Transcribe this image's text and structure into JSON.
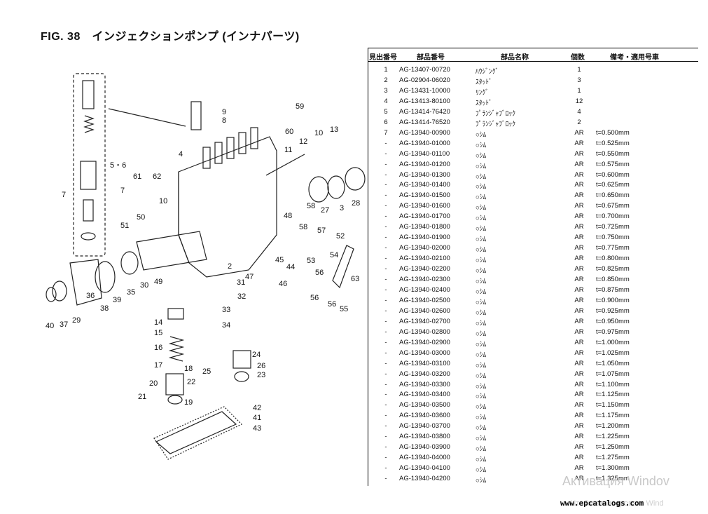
{
  "title": "FIG. 38　インジェクションポンプ (インナパーツ)",
  "table": {
    "headers": {
      "no": "見出番号",
      "part_no": "部品番号",
      "name": "部品名称",
      "qty": "個数",
      "remarks": "備考・適用号車"
    },
    "rows": [
      {
        "no": "1",
        "part_no": "AG-13407-00720",
        "name": "ﾊｳｼﾞﾝｸﾞ",
        "qty": "1",
        "remarks": ""
      },
      {
        "no": "2",
        "part_no": "AG-02904-06020",
        "name": "ｽﾀｯﾄﾞ",
        "qty": "3",
        "remarks": ""
      },
      {
        "no": "3",
        "part_no": "AG-13431-10000",
        "name": "ﾘﾝｸﾞ",
        "qty": "1",
        "remarks": ""
      },
      {
        "no": "4",
        "part_no": "AG-13413-80100",
        "name": "ｽﾀｯﾄﾞ",
        "qty": "12",
        "remarks": ""
      },
      {
        "no": "5",
        "part_no": "AG-13414-76420",
        "name": "ﾌﾟﾗﾝｼﾞｬﾌﾞﾛｯｸ",
        "qty": "4",
        "remarks": ""
      },
      {
        "no": "6",
        "part_no": "AG-13414-76520",
        "name": "ﾌﾟﾗﾝｼﾞｬﾌﾞﾛｯｸ",
        "qty": "2",
        "remarks": ""
      },
      {
        "no": "7",
        "part_no": "AG-13940-00900",
        "name": "○ｼﾑ",
        "qty": "AR",
        "remarks": "t=0.500mm"
      },
      {
        "no": "-",
        "part_no": "AG-13940-01000",
        "name": "○ｼﾑ",
        "qty": "AR",
        "remarks": "t=0.525mm"
      },
      {
        "no": "-",
        "part_no": "AG-13940-01100",
        "name": "○ｼﾑ",
        "qty": "AR",
        "remarks": "t=0.550mm"
      },
      {
        "no": "-",
        "part_no": "AG-13940-01200",
        "name": "○ｼﾑ",
        "qty": "AR",
        "remarks": "t=0.575mm"
      },
      {
        "no": "-",
        "part_no": "AG-13940-01300",
        "name": "○ｼﾑ",
        "qty": "AR",
        "remarks": "t=0.600mm"
      },
      {
        "no": "-",
        "part_no": "AG-13940-01400",
        "name": "○ｼﾑ",
        "qty": "AR",
        "remarks": "t=0.625mm"
      },
      {
        "no": "-",
        "part_no": "AG-13940-01500",
        "name": "○ｼﾑ",
        "qty": "AR",
        "remarks": "t=0.650mm"
      },
      {
        "no": "-",
        "part_no": "AG-13940-01600",
        "name": "○ｼﾑ",
        "qty": "AR",
        "remarks": "t=0.675mm"
      },
      {
        "no": "-",
        "part_no": "AG-13940-01700",
        "name": "○ｼﾑ",
        "qty": "AR",
        "remarks": "t=0.700mm"
      },
      {
        "no": "-",
        "part_no": "AG-13940-01800",
        "name": "○ｼﾑ",
        "qty": "AR",
        "remarks": "t=0.725mm"
      },
      {
        "no": "-",
        "part_no": "AG-13940-01900",
        "name": "○ｼﾑ",
        "qty": "AR",
        "remarks": "t=0.750mm"
      },
      {
        "no": "-",
        "part_no": "AG-13940-02000",
        "name": "○ｼﾑ",
        "qty": "AR",
        "remarks": "t=0.775mm"
      },
      {
        "no": "-",
        "part_no": "AG-13940-02100",
        "name": "○ｼﾑ",
        "qty": "AR",
        "remarks": "t=0.800mm"
      },
      {
        "no": "-",
        "part_no": "AG-13940-02200",
        "name": "○ｼﾑ",
        "qty": "AR",
        "remarks": "t=0.825mm"
      },
      {
        "no": "-",
        "part_no": "AG-13940-02300",
        "name": "○ｼﾑ",
        "qty": "AR",
        "remarks": "t=0.850mm"
      },
      {
        "no": "-",
        "part_no": "AG-13940-02400",
        "name": "○ｼﾑ",
        "qty": "AR",
        "remarks": "t=0.875mm"
      },
      {
        "no": "-",
        "part_no": "AG-13940-02500",
        "name": "○ｼﾑ",
        "qty": "AR",
        "remarks": "t=0.900mm"
      },
      {
        "no": "-",
        "part_no": "AG-13940-02600",
        "name": "○ｼﾑ",
        "qty": "AR",
        "remarks": "t=0.925mm"
      },
      {
        "no": "-",
        "part_no": "AG-13940-02700",
        "name": "○ｼﾑ",
        "qty": "AR",
        "remarks": "t=0.950mm"
      },
      {
        "no": "-",
        "part_no": "AG-13940-02800",
        "name": "○ｼﾑ",
        "qty": "AR",
        "remarks": "t=0.975mm"
      },
      {
        "no": "-",
        "part_no": "AG-13940-02900",
        "name": "○ｼﾑ",
        "qty": "AR",
        "remarks": "t=1.000mm"
      },
      {
        "no": "-",
        "part_no": "AG-13940-03000",
        "name": "○ｼﾑ",
        "qty": "AR",
        "remarks": "t=1.025mm"
      },
      {
        "no": "-",
        "part_no": "AG-13940-03100",
        "name": "○ｼﾑ",
        "qty": "AR",
        "remarks": "t=1.050mm"
      },
      {
        "no": "-",
        "part_no": "AG-13940-03200",
        "name": "○ｼﾑ",
        "qty": "AR",
        "remarks": "t=1.075mm"
      },
      {
        "no": "-",
        "part_no": "AG-13940-03300",
        "name": "○ｼﾑ",
        "qty": "AR",
        "remarks": "t=1.100mm"
      },
      {
        "no": "-",
        "part_no": "AG-13940-03400",
        "name": "○ｼﾑ",
        "qty": "AR",
        "remarks": "t=1.125mm"
      },
      {
        "no": "-",
        "part_no": "AG-13940-03500",
        "name": "○ｼﾑ",
        "qty": "AR",
        "remarks": "t=1.150mm"
      },
      {
        "no": "-",
        "part_no": "AG-13940-03600",
        "name": "○ｼﾑ",
        "qty": "AR",
        "remarks": "t=1.175mm"
      },
      {
        "no": "-",
        "part_no": "AG-13940-03700",
        "name": "○ｼﾑ",
        "qty": "AR",
        "remarks": "t=1.200mm"
      },
      {
        "no": "-",
        "part_no": "AG-13940-03800",
        "name": "○ｼﾑ",
        "qty": "AR",
        "remarks": "t=1.225mm"
      },
      {
        "no": "-",
        "part_no": "AG-13940-03900",
        "name": "○ｼﾑ",
        "qty": "AR",
        "remarks": "t=1.250mm"
      },
      {
        "no": "-",
        "part_no": "AG-13940-04000",
        "name": "○ｼﾑ",
        "qty": "AR",
        "remarks": "t=1.275mm"
      },
      {
        "no": "-",
        "part_no": "AG-13940-04100",
        "name": "○ｼﾑ",
        "qty": "AR",
        "remarks": "t=1.300mm"
      },
      {
        "no": "-",
        "part_no": "AG-13940-04200",
        "name": "○ｼﾑ",
        "qty": "AR",
        "remarks": "t=1.325mm"
      }
    ]
  },
  "diagram_callouts": [
    "9",
    "8",
    "59",
    "60",
    "10",
    "13",
    "12",
    "11",
    "4",
    "5・6",
    "7",
    "7",
    "61",
    "62",
    "10",
    "50",
    "51",
    "48",
    "58",
    "27",
    "3",
    "28",
    "2",
    "57",
    "52",
    "54",
    "53",
    "45",
    "44",
    "47",
    "46",
    "56",
    "56",
    "63",
    "55",
    "30",
    "49",
    "35",
    "39",
    "36",
    "38",
    "37",
    "29",
    "40",
    "31",
    "32",
    "33",
    "34",
    "14",
    "15",
    "16",
    "17",
    "18",
    "20",
    "21",
    "19",
    "22",
    "24",
    "25",
    "26",
    "23",
    "42",
    "41",
    "43"
  ],
  "watermark": {
    "line1": "Активация Windov",
    "line2": "Чтобы активировать Wind"
  },
  "site": "www.epcatalogs.com"
}
